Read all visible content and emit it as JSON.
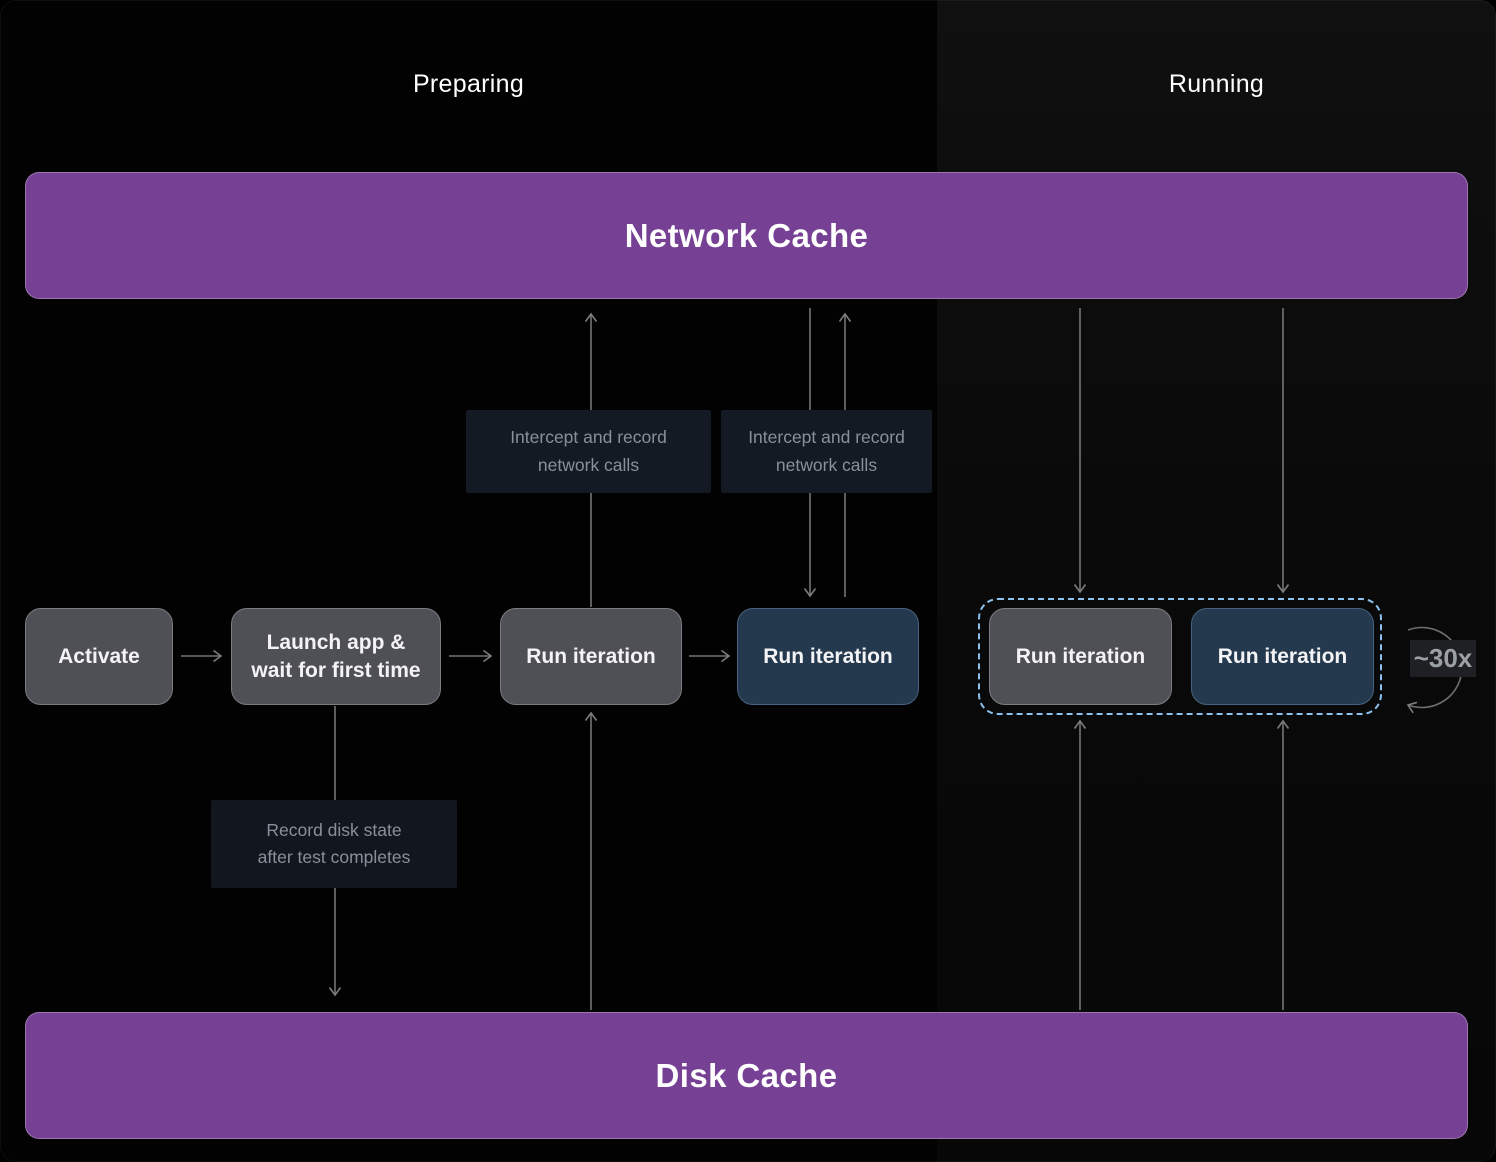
{
  "sections": {
    "left_label": "Preparing",
    "right_label": "Running"
  },
  "network_cache": {
    "label": "Network Cache"
  },
  "disk_cache": {
    "label": "Disk Cache"
  },
  "nodes": {
    "activate": {
      "label": "Activate"
    },
    "launch": {
      "line1": "Launch app &",
      "line2": "wait for first time"
    },
    "run_iterations": [
      {
        "label": "Run iteration"
      },
      {
        "label": "Run iteration"
      },
      {
        "label": "Run iteration"
      },
      {
        "label": "Run iteration"
      }
    ]
  },
  "annotations": {
    "intercept_left": {
      "line1": "Intercept and record",
      "line2": "network calls"
    },
    "intercept_right": {
      "line1": "Intercept and record",
      "line2": "network calls"
    },
    "record_disk": {
      "line1": "Record disk state",
      "line2": "after test completes"
    },
    "loop_count": "~30x"
  },
  "colors": {
    "cache_purple": "#764094",
    "node_gray": "#4f5055",
    "node_blue": "#24394e",
    "dashed_highlight": "#8cc2ed",
    "arrow_gray": "#7d7d7d",
    "note_background": "#141a24",
    "background": "#000000"
  }
}
